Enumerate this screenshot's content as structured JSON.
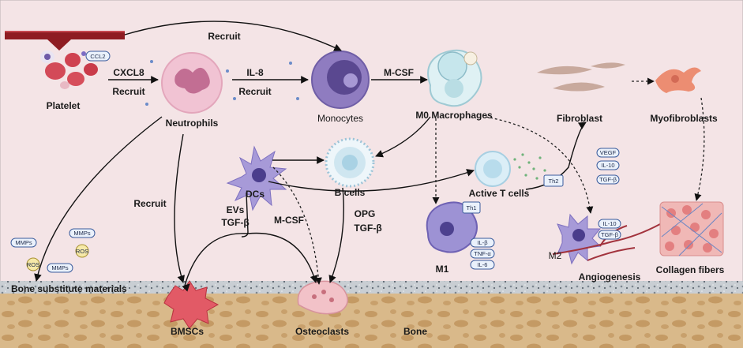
{
  "cells": {
    "platelet": "Platelet",
    "neutrophils": "Neutrophils",
    "monocytes": "Monocytes",
    "m0_macrophages": "M0 Macrophages",
    "fibroblast": "Fibroblast",
    "myofibroblasts": "Myofibroblasts",
    "dcs": "DCs",
    "b_cells": "B cells",
    "active_t_cells": "Active T cells",
    "m1": "M1",
    "m2": "M2",
    "bmscs": "BMSCs",
    "osteoclasts": "Osteoclasts",
    "bone": "Bone",
    "collagen_fibers": "Collagen fibers",
    "angiogenesis": "Angiogenesis",
    "bone_substitute_materials": "Bone substitute materials"
  },
  "edge_labels": {
    "recruit_top": "Recruit",
    "cxcl8": "CXCL8",
    "recruit_cxcl8": "Recruit",
    "il8": "IL-8",
    "recruit_il8": "Recruit",
    "mcsf_top": "M-CSF",
    "recruit_left": "Recruit",
    "evs": "EVs",
    "tgfb_evs": "TGF-β",
    "mcsf_mid": "M-CSF",
    "opg": "OPG",
    "tgfb_opg": "TGF-β"
  },
  "pills": {
    "ccl2": "CCL2",
    "th1": "Th1",
    "th2": "Th2",
    "m1_il1b": "IL-β",
    "m1_tnfa": "TNF-α",
    "m1_il6": "IL-6",
    "fib_vegf": "VEGF",
    "fib_il10": "IL-10",
    "fib_tgfb": "TGF-β",
    "m2_il10": "IL-10",
    "m2_tgfb": "TGF-β",
    "mmps_1": "MMPs",
    "mmps_2": "MMPs",
    "mmps_3": "MMPs",
    "ros_1": "ROS",
    "ros_2": "ROS"
  },
  "colors": {
    "background": "#f4e4e6",
    "bone": "#d9b98a",
    "vessel": "#8e1c22",
    "neutrophil": "#f1c3d3",
    "monocyte": "#8f7cc0",
    "dc": "#a79ad8",
    "osteoclast": "#f2c2c8",
    "bmsc": "#e25a66"
  }
}
